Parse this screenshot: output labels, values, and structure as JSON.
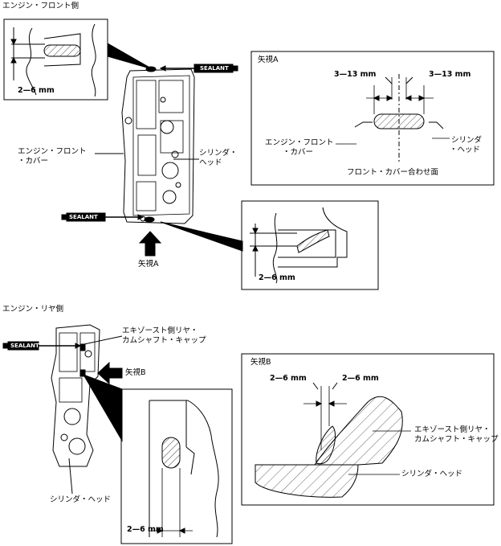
{
  "sections": {
    "front_title": "エンジン・フロント側",
    "rear_title": "エンジン・リヤ側"
  },
  "front": {
    "box_top_dim": "2—6 mm",
    "sealant_top": "SEALANT",
    "front_cover_line1": "エンジン・フロント",
    "front_cover_line2": "・カバー",
    "cylinder_head_line1": "シリンダ・",
    "cylinder_head_line2": "ヘッド",
    "sealant_bottom": "SEALANT",
    "view_a_label": "矢視A",
    "box_bottom_dim": "2—6 mm"
  },
  "view_a": {
    "title": "矢視A",
    "dim_left": "3—13 mm",
    "dim_right": "3—13 mm",
    "front_cover_line1": "エンジン・フロント",
    "front_cover_line2": "・カバー",
    "cylinder_head_line1": "シリンダ",
    "cylinder_head_line2": "・ヘッド",
    "mating_surface": "フロント・カバー合わせ面"
  },
  "rear": {
    "sealant": "SEALANT",
    "exhaust_cap_line1": "エキゾースト側リヤ・",
    "exhaust_cap_line2": "カムシャフト・キャップ",
    "view_b_label": "矢視B",
    "cylinder_head": "シリンダ・ヘッド",
    "box_dim": "2—6 mm"
  },
  "view_b": {
    "title": "矢視B",
    "dim_left": "2—6 mm",
    "dim_right": "2—6 mm",
    "exhaust_cap_line1": "エキゾースト側リヤ・",
    "exhaust_cap_line2": "カムシャフト・キャップ",
    "cylinder_head": "シリンダ・ヘッド"
  }
}
